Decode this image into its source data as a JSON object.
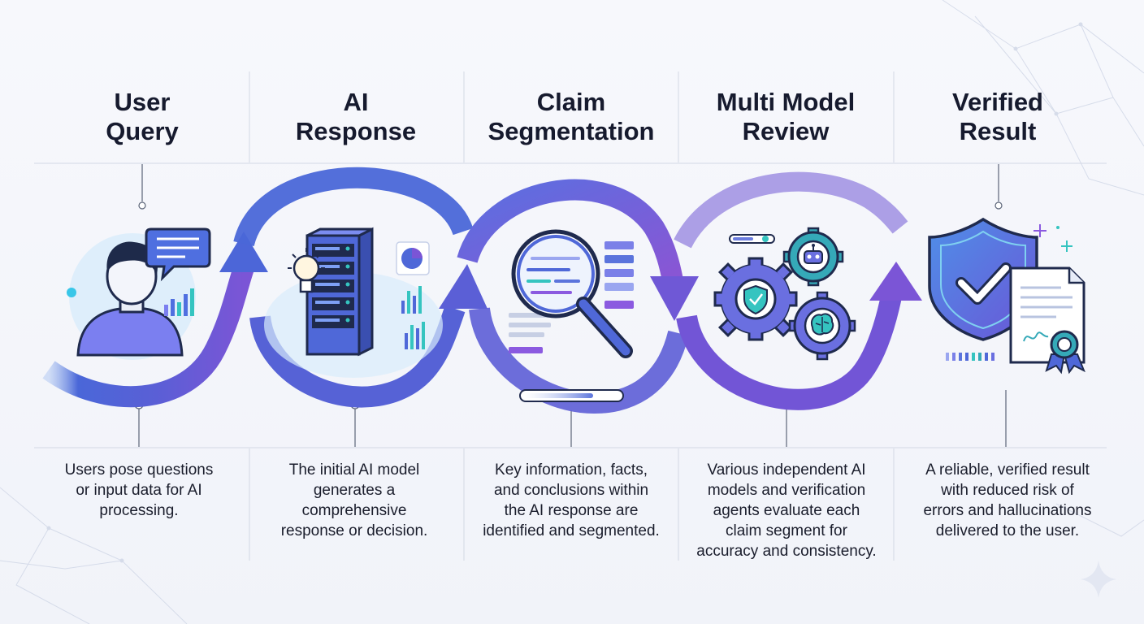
{
  "colors": {
    "blue": "#4a67d8",
    "purple": "#7b55d6",
    "teal": "#35c4c0",
    "ink": "#1a1d2c",
    "light_blue_circle": "#d8ecfb"
  },
  "steps": [
    {
      "title": "User\nQuery",
      "description": "Users pose questions\nor input data for AI\nprocessing.",
      "icon": "user-speech-bubble-icon"
    },
    {
      "title": "AI\nResponse",
      "description": "The initial AI model\ngenerates a\ncomprehensive\nresponse or decision.",
      "icon": "server-lightbulb-icon"
    },
    {
      "title": "Claim\nSegmentation",
      "description": "Key information, facts,\nand conclusions within\nthe AI response are\nidentified and segmented.",
      "icon": "magnifier-document-icon"
    },
    {
      "title": "Multi Model\nReview",
      "description": "Various independent AI\nmodels and verification\nagents evaluate each\nclaim segment for\naccuracy and consistency.",
      "icon": "gears-robot-brain-icon"
    },
    {
      "title": "Verified\nResult",
      "description": "A reliable, verified result\nwith reduced risk of\nerrors and hallucinations\ndelivered to the user.",
      "icon": "shield-check-certificate-icon"
    }
  ]
}
